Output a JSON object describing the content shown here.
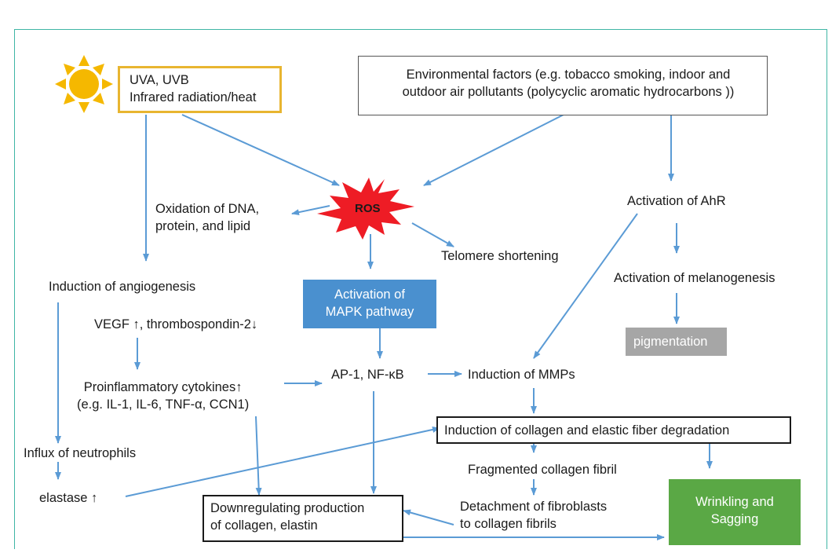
{
  "colors": {
    "arrow": "#5b9bd5",
    "frame": "#3fb6a5",
    "sun": "#f5b800",
    "ros": "#ee1c25",
    "mapk_box": "#4a90cf",
    "pigment_box": "#a6a6a6",
    "wrinkle_box": "#5aa845",
    "uv_border": "#e8b530"
  },
  "icons": {
    "sun": "sun-icon",
    "ros_burst": "starburst-icon"
  },
  "nodes": {
    "uv": "UVA, UVB\nInfrared radiation/heat",
    "environmental": "Environmental factors (e.g. tobacco smoking, indoor and\noutdoor air pollutants (polycyclic aromatic hydrocarbons ))",
    "ros": "ROS",
    "oxidation": "Oxidation of DNA,\nprotein, and lipid",
    "telomere": "Telomere shortening",
    "activation_ahr": "Activation of AhR",
    "activation_melanogenesis": "Activation of melanogenesis",
    "pigmentation": "pigmentation",
    "angiogenesis": "Induction of angiogenesis",
    "vegf": "VEGF ↑, thrombospondin-2↓",
    "mapk": "Activation of\nMAPK pathway",
    "cytokines": "Proinflammatory cytokines↑\n(e.g. IL-1, IL-6, TNF-α, CCN1)",
    "ap1": "AP-1, NF-κB",
    "mmps": "Induction of MMPs",
    "neutrophils": "Influx of neutrophils",
    "collagen_degradation": "Induction of collagen and elastic fiber degradation",
    "fragmented": "Fragmented collagen fibril",
    "elastase": "elastase ↑",
    "downregulating": "Downregulating production\nof collagen, elastin",
    "detachment": "Detachment of fibroblasts\nto collagen fibrils",
    "wrinkling": "Wrinkling and\nSagging"
  }
}
